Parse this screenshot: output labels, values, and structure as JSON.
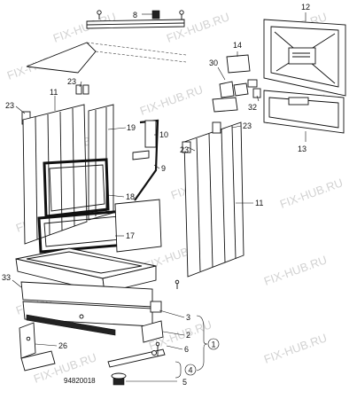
{
  "watermark_text": "FIX-HUB.RU",
  "drawing_code": "94820018",
  "callouts": {
    "c1": "1",
    "c2": "2",
    "c3": "3",
    "c4": "4",
    "c5": "5",
    "c6": "6",
    "c8": "8",
    "c9": "9",
    "c10": "10",
    "c11a": "11",
    "c11b": "11",
    "c12": "12",
    "c13": "13",
    "c14": "14",
    "c17": "17",
    "c18": "18",
    "c19": "19",
    "c23a": "23",
    "c23b": "23",
    "c23c": "23",
    "c23d": "23",
    "c26": "26",
    "c30": "30",
    "c32": "32",
    "c33": "33"
  },
  "colors": {
    "line": "#111111",
    "watermark": "#d2d2d2",
    "background": "#ffffff"
  }
}
